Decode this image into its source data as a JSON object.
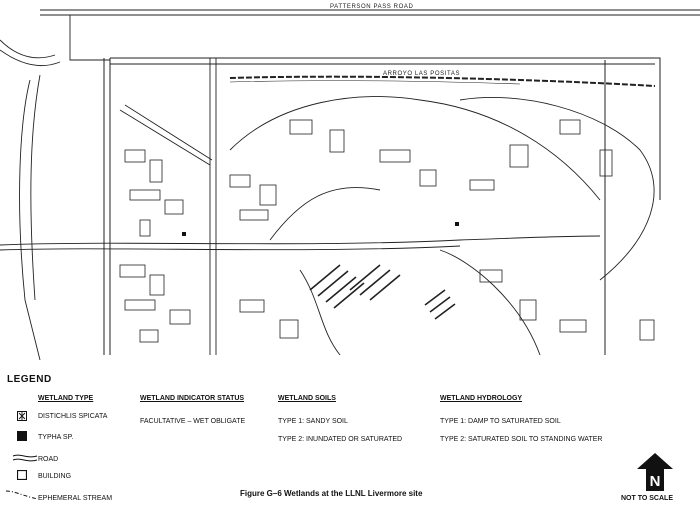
{
  "map": {
    "road_top_label": "PATTERSON PASS ROAD",
    "stream_label": "ARROYO LAS POSITAS"
  },
  "legend": {
    "title": "LEGEND",
    "headers": {
      "wetland_type": "WETLAND TYPE",
      "indicator_status": "WETLAND INDICATOR STATUS",
      "soils": "WETLAND SOILS",
      "hydrology": "WETLAND HYDROLOGY"
    },
    "types": [
      "DISTICHLIS SPICATA",
      "TYPHA SP."
    ],
    "indicator_status": "FACULTATIVE – WET OBLIGATE",
    "soils": [
      "TYPE 1: SANDY SOIL",
      "TYPE 2: INUNDATED OR SATURATED"
    ],
    "hydrology": [
      "TYPE 1: DAMP TO SATURATED SOIL",
      "TYPE 2: SATURATED SOIL TO STANDING WATER"
    ],
    "symbols": {
      "road": "ROAD",
      "building": "BUILDING",
      "stream": "EPHEMERAL STREAM"
    }
  },
  "caption": "Figure G–6  Wetlands at the LLNL Livermore site",
  "north": {
    "letter": "N",
    "scale_note": "NOT TO SCALE"
  }
}
